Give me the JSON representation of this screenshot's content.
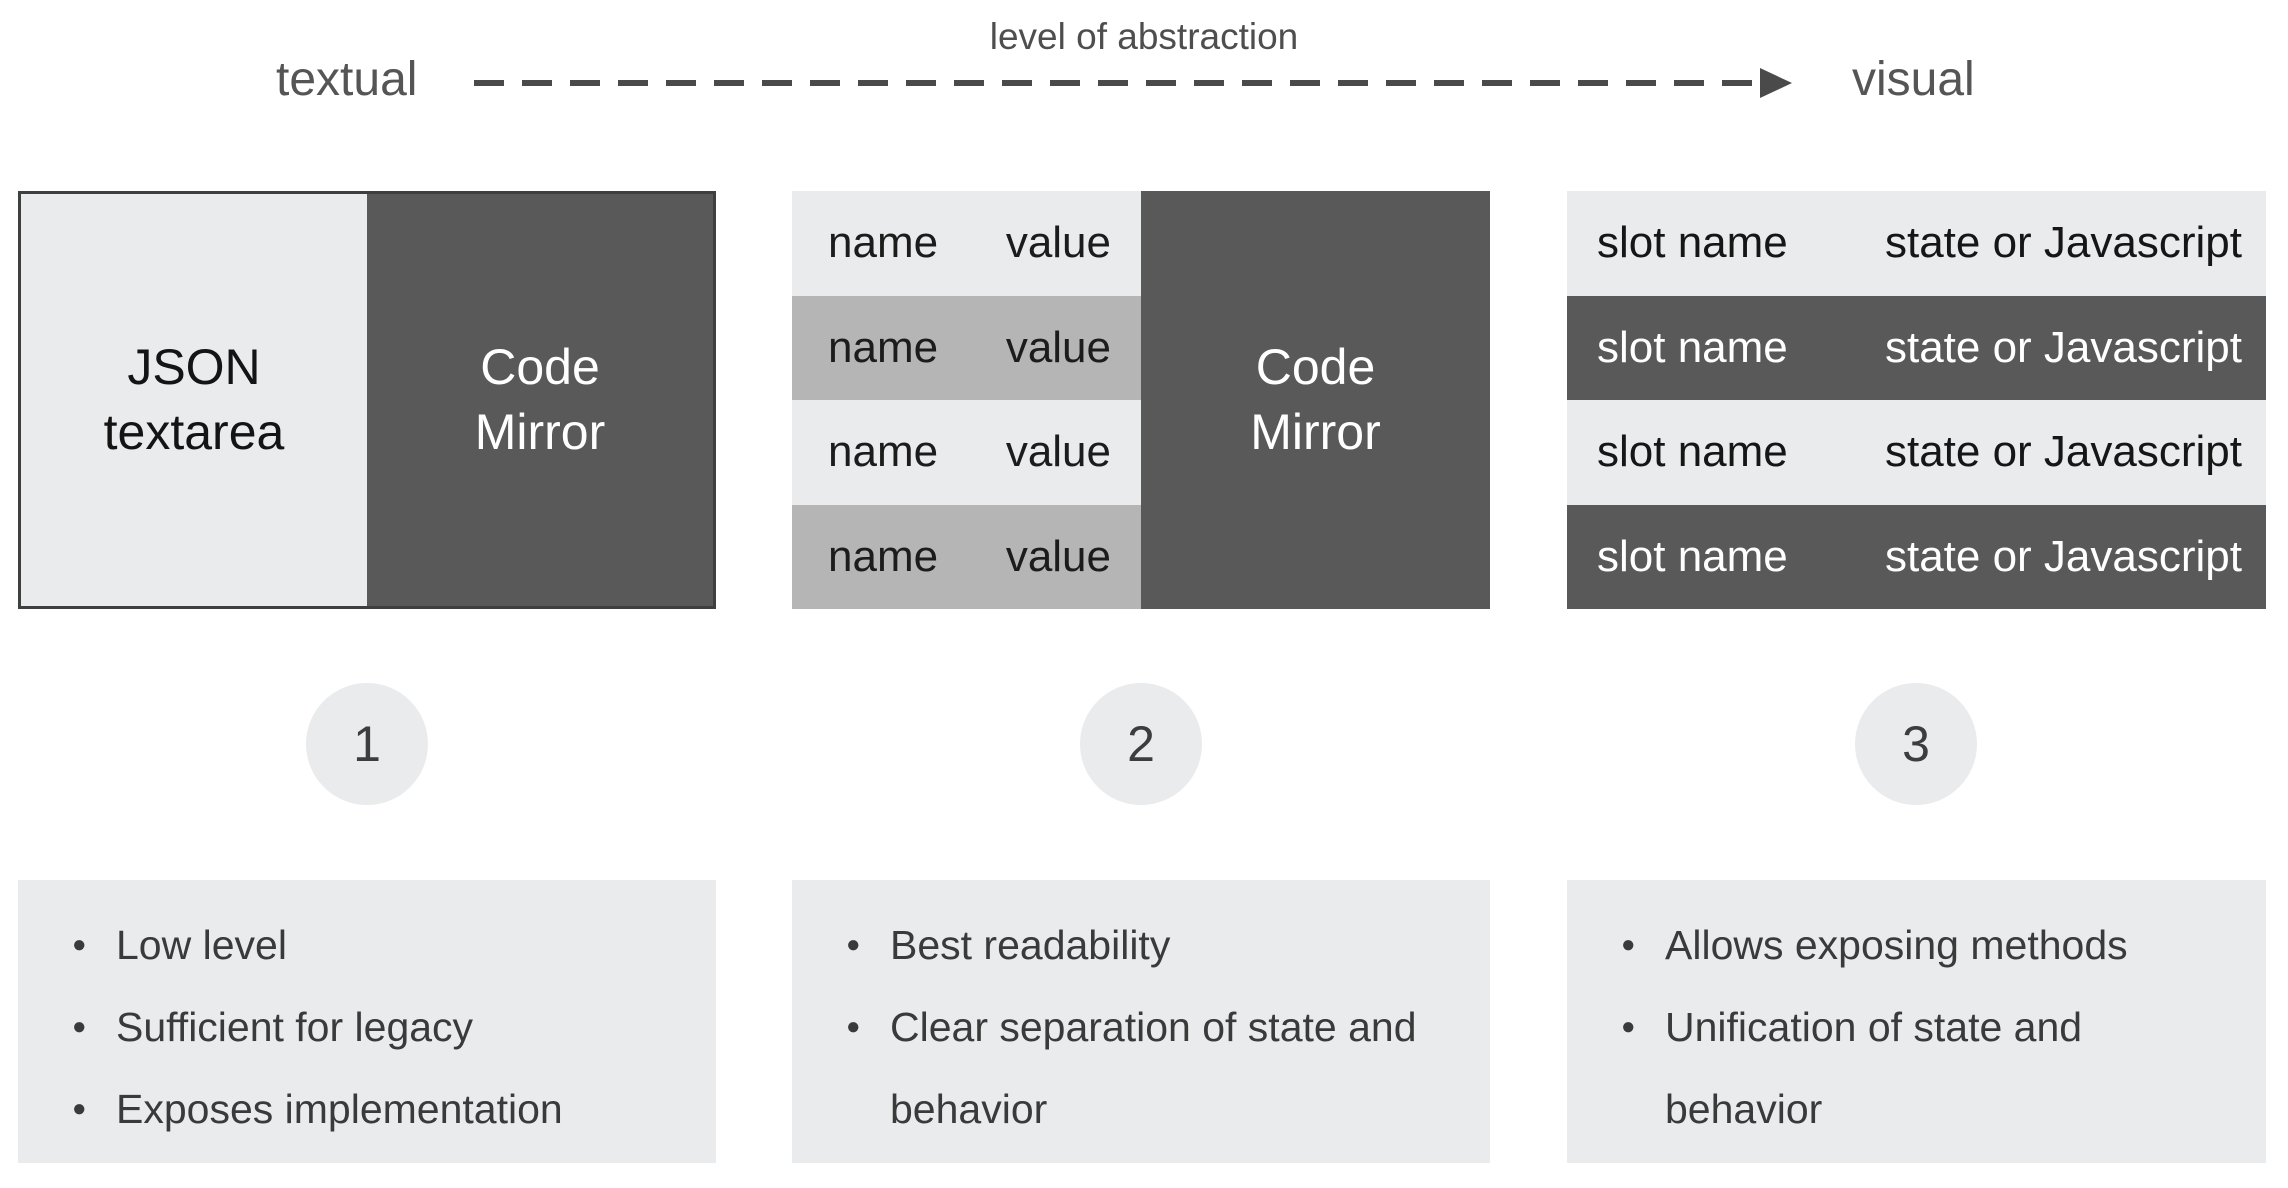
{
  "header": {
    "axis_label": "level of abstraction",
    "left_end": "textual",
    "right_end": "visual"
  },
  "panel1": {
    "number": "1",
    "left_box": "JSON\ntextarea",
    "right_box": "Code\nMirror",
    "bullets": [
      "Low level",
      "Sufficient for legacy",
      "Exposes implementation"
    ]
  },
  "panel2": {
    "number": "2",
    "rows": [
      {
        "name": "name",
        "value": "value"
      },
      {
        "name": "name",
        "value": "value"
      },
      {
        "name": "name",
        "value": "value"
      },
      {
        "name": "name",
        "value": "value"
      }
    ],
    "right_box": "Code\nMirror",
    "bullets": [
      "Best readability",
      "Clear separation of state and behavior"
    ]
  },
  "panel3": {
    "number": "3",
    "rows": [
      {
        "name": "slot name",
        "value": "state or Javascript"
      },
      {
        "name": "slot name",
        "value": "state or Javascript"
      },
      {
        "name": "slot name",
        "value": "state or Javascript"
      },
      {
        "name": "slot name",
        "value": "state or Javascript"
      }
    ],
    "bullets": [
      "Allows exposing methods",
      "Unification of state and behavior"
    ]
  },
  "colors": {
    "dark": "#595959",
    "light": "#e9ebec",
    "medium": "#b5b5b5",
    "text": "#3a3a3a"
  }
}
